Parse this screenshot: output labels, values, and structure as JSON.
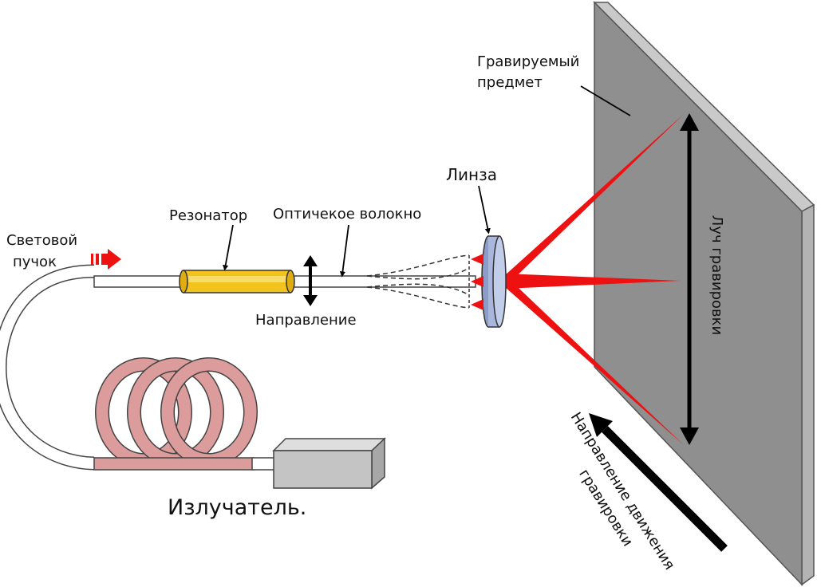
{
  "labels": {
    "light_beam_line1": "Световой",
    "light_beam_line2": "пучок",
    "resonator": "Резонатор",
    "optical_fiber": "Оптичекое волокно",
    "lens": "Линза",
    "direction": "Направление",
    "engraved_object_line1": "Гравируемый",
    "engraved_object_line2": "предмет",
    "engraving_beam": "Луч гравировки",
    "engraving_direction_line1": "Направление движения",
    "engraving_direction_line2": "гравировки",
    "emitter": "Излучатель."
  },
  "colors": {
    "laser_red": "#ee1111",
    "resonator_yellow": "#f2c31c",
    "coil_pink": "#dc9c9c",
    "plate_gray": "#8f8f8f",
    "lens_blue": "#a9b7dc",
    "emitter_gray": "#c4c4c4"
  },
  "icons": {
    "input_arrow": "striped-right-arrow-icon",
    "direction_arrow": "double-headed-vertical-arrow-icon",
    "engraving_arrow": "diagonal-arrow-icon"
  }
}
